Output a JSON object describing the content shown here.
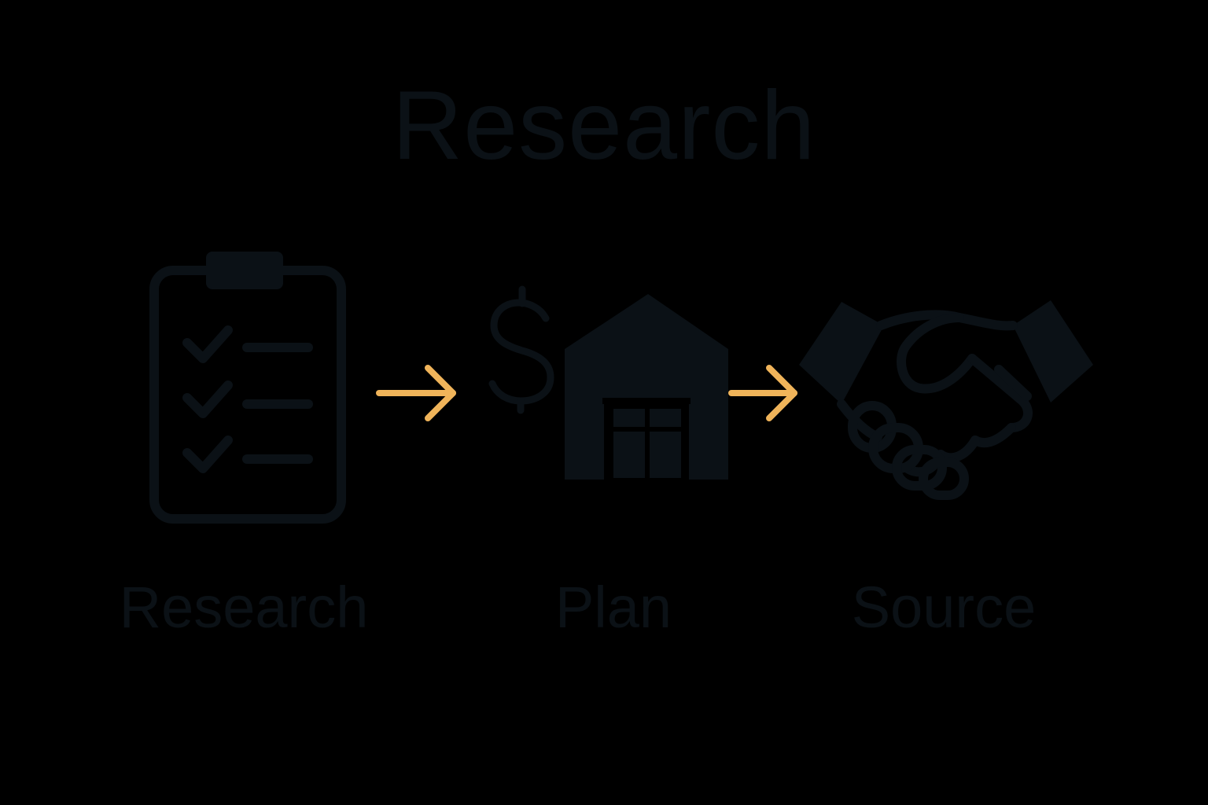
{
  "title": "Research",
  "steps": [
    {
      "label": "Research",
      "icon": "clipboard-checklist-icon"
    },
    {
      "label": "Plan",
      "icon": "dollar-warehouse-icon"
    },
    {
      "label": "Source",
      "icon": "handshake-icon"
    }
  ],
  "colors": {
    "background": "#000000",
    "icon": "#0b1116",
    "arrow": "#f0b45a"
  }
}
